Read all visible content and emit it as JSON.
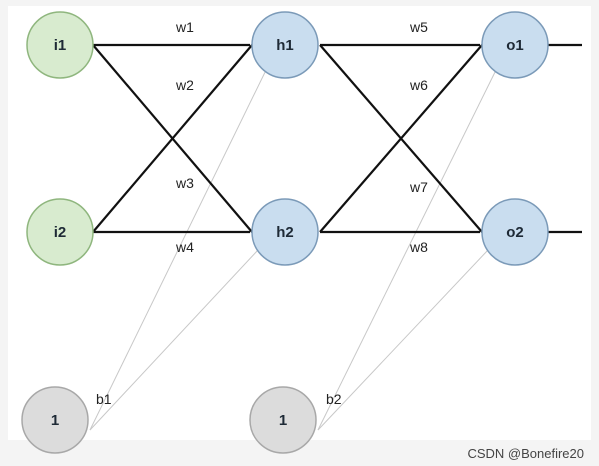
{
  "colors": {
    "input_fill": "#d8ebcf",
    "input_stroke": "#8fb67e",
    "hidden_fill": "#c9ddef",
    "hidden_stroke": "#7b9ab8",
    "bias_fill": "#dcdcdc",
    "bias_stroke": "#a8a8a8",
    "edge": "#111111",
    "bias_edge": "#c8c8c8"
  },
  "nodes": {
    "i1": {
      "label": "i1"
    },
    "i2": {
      "label": "i2"
    },
    "h1": {
      "label": "h1"
    },
    "h2": {
      "label": "h2"
    },
    "o1": {
      "label": "o1"
    },
    "o2": {
      "label": "o2"
    },
    "bias1": {
      "label": "1"
    },
    "bias2": {
      "label": "1"
    }
  },
  "weights": {
    "w1": "w1",
    "w2": "w2",
    "w3": "w3",
    "w4": "w4",
    "w5": "w5",
    "w6": "w6",
    "w7": "w7",
    "w8": "w8",
    "b1": "b1",
    "b2": "b2"
  },
  "watermark": "CSDN @Bonefire20"
}
